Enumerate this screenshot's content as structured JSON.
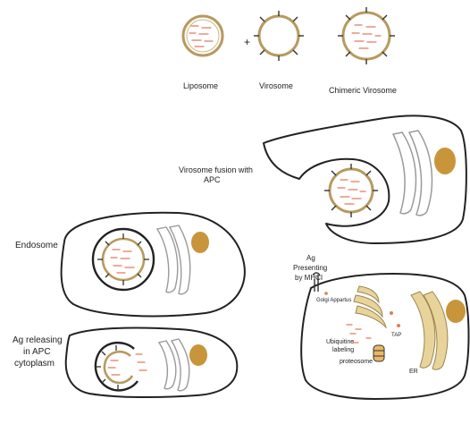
{
  "top": {
    "liposome": "Liposome",
    "virosome": "Virosome",
    "chimeric": "Chimeric Virosome",
    "plus": "+"
  },
  "fusion": {
    "line1": "Virosome fusion  with",
    "line2": "APC"
  },
  "endosome": {
    "label": "Endosome"
  },
  "release": {
    "line1": "Ag releasing",
    "line2": "in APC",
    "line3": "cytoplasm"
  },
  "presenting": {
    "ag": "Ag",
    "presenting": "Presenting",
    "by_mhci": "by MHCI",
    "golgi": "Golgi Appartus",
    "tap": "TAP",
    "ubiquitine1": "Ubiquitine",
    "ubiquitine2": "labeling",
    "proteosome": "proteosome",
    "er": "ER"
  },
  "colors": {
    "membrane": "#b79a5e",
    "nucleus": "#c8953a",
    "cargo": "#e07a5c",
    "er": "#e8d49a"
  }
}
